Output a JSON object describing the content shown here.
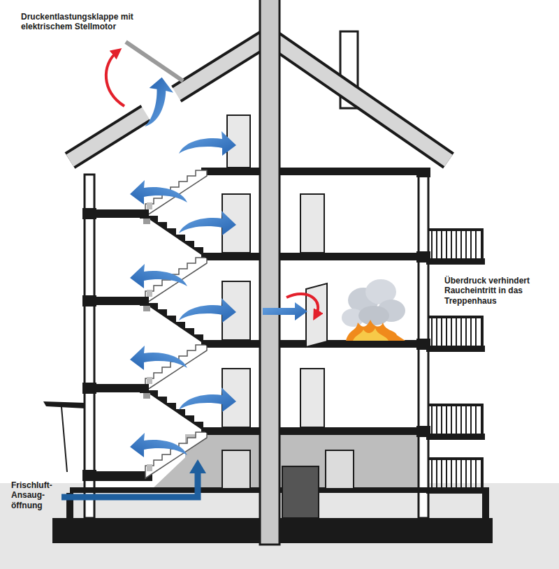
{
  "diagram": {
    "labels": [
      "Druckentlastungsklappe mit elektrischem Stellmotor",
      "Überdruck verhindert Raucheintritt in das Treppenhaus",
      "Frischluft- Ansaug- öffnung"
    ]
  }
}
